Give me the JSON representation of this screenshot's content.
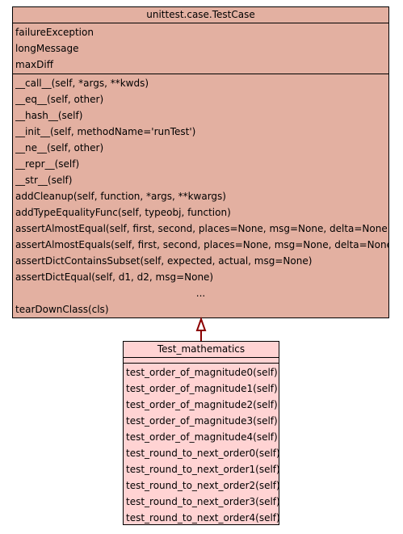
{
  "base_class": {
    "name": "unittest.case.TestCase",
    "attributes": [
      "failureException",
      "longMessage",
      "maxDiff"
    ],
    "methods": [
      "__call__(self, *args, **kwds)",
      "__eq__(self, other)",
      "__hash__(self)",
      "__init__(self, methodName='runTest')",
      "__ne__(self, other)",
      "__repr__(self)",
      "__str__(self)",
      "addCleanup(self, function, *args, **kwargs)",
      "addTypeEqualityFunc(self, typeobj, function)",
      "assertAlmostEqual(self, first, second, places=None, msg=None, delta=None)",
      "assertAlmostEquals(self, first, second, places=None, msg=None, delta=None)",
      "assertDictContainsSubset(self, expected, actual, msg=None)",
      "assertDictEqual(self, d1, d2, msg=None)"
    ],
    "ellipsis": "...",
    "last_method": "tearDownClass(cls)",
    "fill_color": "#e3b0a1"
  },
  "derived_class": {
    "name": "Test_mathematics",
    "methods": [
      "test_order_of_magnitude0(self)",
      "test_order_of_magnitude1(self)",
      "test_order_of_magnitude2(self)",
      "test_order_of_magnitude3(self)",
      "test_order_of_magnitude4(self)",
      "test_round_to_next_order0(self)",
      "test_round_to_next_order1(self)",
      "test_round_to_next_order2(self)",
      "test_round_to_next_order3(self)",
      "test_round_to_next_order4(self)"
    ],
    "fill_color": "#ffd3d3"
  },
  "relationship": {
    "type": "inheritance",
    "arrow_icon": "hollow-triangle-arrowhead",
    "color": "#8b0000"
  }
}
